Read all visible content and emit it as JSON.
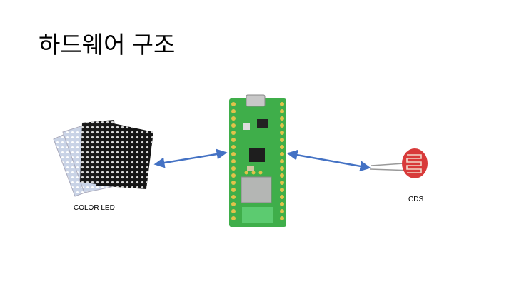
{
  "slide": {
    "title": "하드웨어 구조",
    "components": {
      "led": {
        "label": "COLOR LED"
      },
      "board": {
        "label": ""
      },
      "cds": {
        "label": "CDS"
      }
    },
    "colors": {
      "arrow": "#4472C4",
      "pcb": "#3fae4a",
      "cds_red": "#d83a3a"
    }
  }
}
